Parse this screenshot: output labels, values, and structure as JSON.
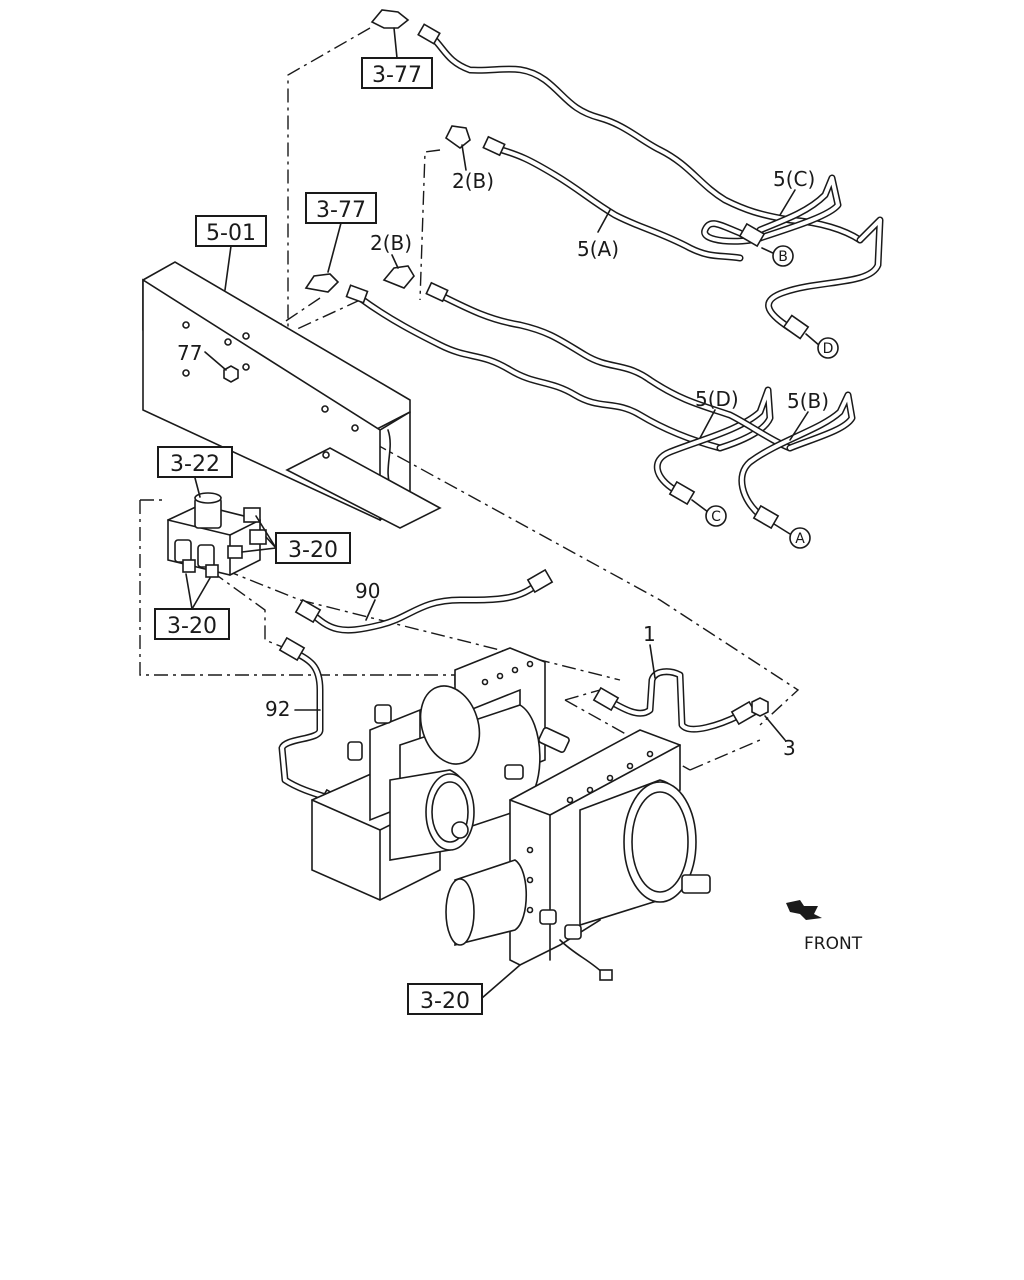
{
  "diagram": {
    "ref_boxes": {
      "r1": "3-77",
      "r2": "3-77",
      "r3": "5-01",
      "r4": "3-22",
      "r5": "3-20",
      "r6": "3-20",
      "r7": "3-20"
    },
    "part_labels": {
      "p_2b_top": "2(B)",
      "p_2b_mid": "2(B)",
      "p_5a": "5(A)",
      "p_5c": "5(C)",
      "p_5d": "5(D)",
      "p_5b": "5(B)",
      "p_77": "77",
      "p_90": "90",
      "p_92": "92",
      "p_1": "1",
      "p_3": "3"
    },
    "circle_markers": {
      "c_b": "B",
      "c_d": "D",
      "c_c": "C",
      "c_a": "A"
    },
    "direction_label": "FRONT"
  }
}
